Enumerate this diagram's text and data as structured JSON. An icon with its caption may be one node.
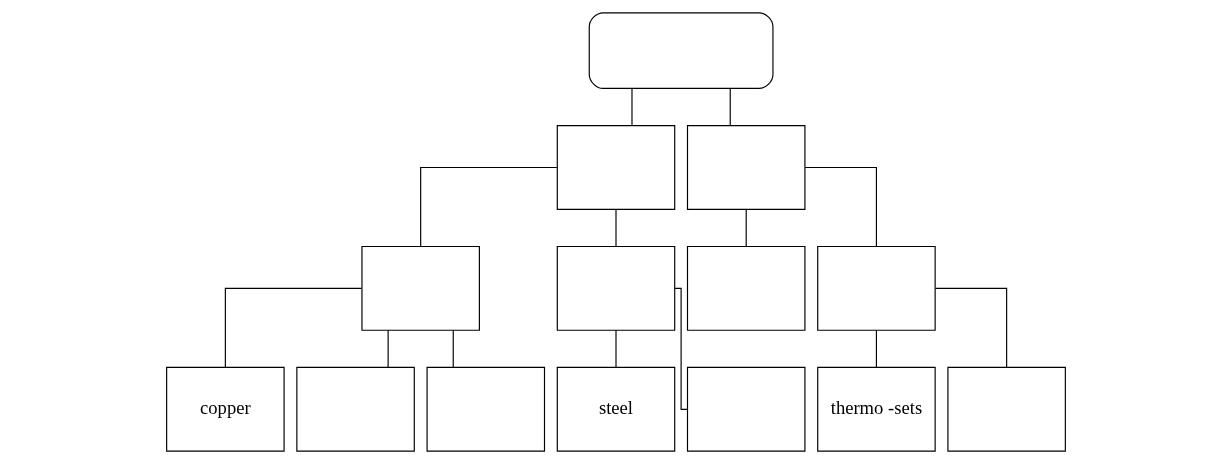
{
  "diagram": {
    "nodes": [
      {
        "text": [],
        "shape": "box"
      },
      {
        "text": [],
        "shape": "box"
      },
      {
        "text": [],
        "shape": "box"
      },
      {
        "text": [],
        "shape": "box"
      },
      {
        "text": [],
        "shape": "box"
      },
      {
        "text": [],
        "shape": "box"
      },
      {
        "text": [],
        "shape": "box"
      },
      {
        "text": [
          "copper"
        ]
      },
      {
        "text": [],
        "shape": "box"
      },
      {
        "text": [],
        "shape": "box"
      },
      {
        "text": [
          "steel"
        ]
      },
      {
        "text": [],
        "shape": "box"
      },
      {
        "text": [
          "thermo -sets"
        ]
      },
      {
        "text": [],
        "shape": "box"
      }
    ],
    "edges": [
      {
        "from": 0,
        "to": 1,
        "arrow": "none"
      },
      {
        "from": 0,
        "to": 2,
        "arrow": "none"
      },
      {
        "from": 1,
        "to": 3,
        "arrow": "none"
      },
      {
        "from": 1,
        "to": 4,
        "arrow": "none"
      },
      {
        "from": 2,
        "to": 5,
        "arrow": "none"
      },
      {
        "from": 2,
        "to": 6,
        "arrow": "none"
      },
      {
        "from": 3,
        "to": 7,
        "arrow": "none"
      },
      {
        "from": 3,
        "to": 8,
        "arrow": "none"
      },
      {
        "from": 3,
        "to": 9,
        "arrow": "none"
      },
      {
        "from": 4,
        "to": 10,
        "arrow": "none"
      },
      {
        "from": 4,
        "to": 11,
        "arrow": "none"
      },
      {
        "from": 6,
        "to": 12,
        "arrow": "none"
      },
      {
        "from": 6,
        "to": 13,
        "arrow": "none"
      }
    ]
  }
}
